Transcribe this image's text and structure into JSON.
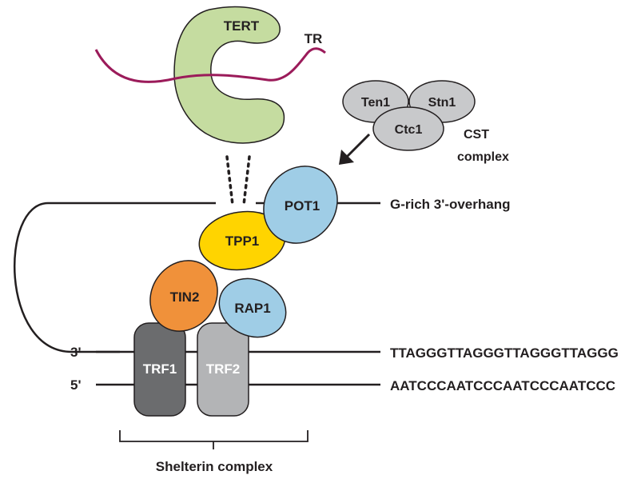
{
  "telomerase": {
    "tert_label": "TERT",
    "tr_label": "TR"
  },
  "cst": {
    "ten1_label": "Ten1",
    "stn1_label": "Stn1",
    "ctc1_label": "Ctc1",
    "title_line1": "CST",
    "title_line2": "complex"
  },
  "shelterin": {
    "pot1_label": "POT1",
    "tpp1_label": "TPP1",
    "tin2_label": "TIN2",
    "rap1_label": "RAP1",
    "trf1_label": "TRF1",
    "trf2_label": "TRF2",
    "complex_label": "Shelterin complex"
  },
  "dna": {
    "overhang_label": "G-rich 3'-overhang",
    "strand_top_end": "3'",
    "strand_bottom_end": "5'",
    "sequence_top": "TTAGGGTTAGGGTTAGGGTTAGGG",
    "sequence_bottom": "AATCCCAATCCCAATCCCAATCCC"
  },
  "colors": {
    "tert": "#c5dca0",
    "tr": "#9b1b5a",
    "cst": "#c8c9cb",
    "pot1": "#9fcde6",
    "tpp1": "#ffd400",
    "tin2": "#f0913a",
    "rap1": "#9fcde6",
    "trf1": "#6b6c6e",
    "trf2": "#b3b4b6"
  }
}
